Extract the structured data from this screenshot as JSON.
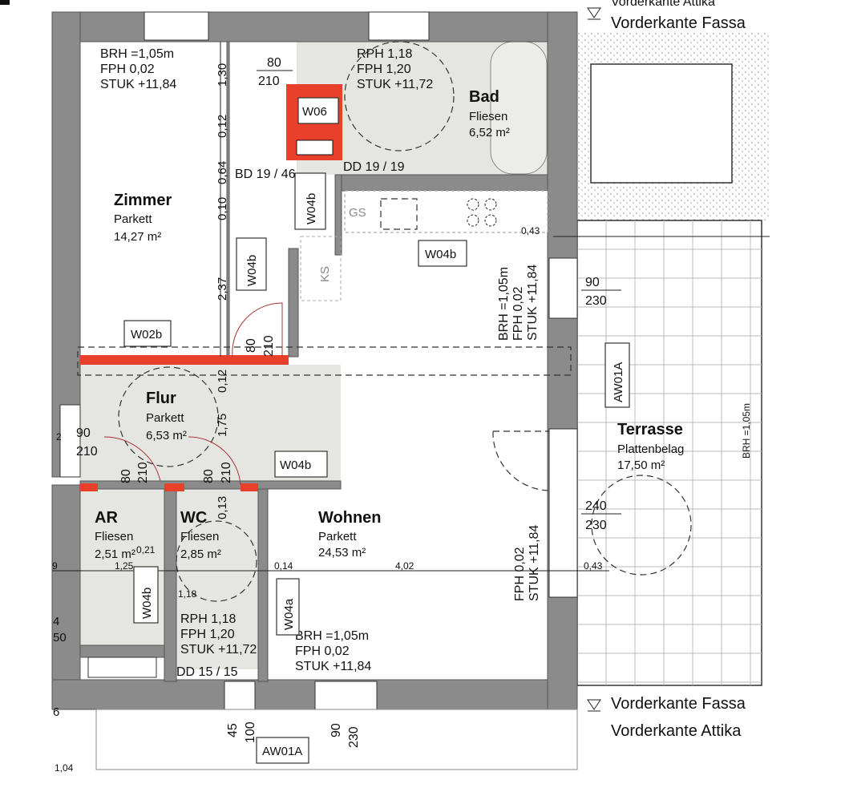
{
  "rooms": {
    "zimmer": {
      "name": "Zimmer",
      "floor": "Parkett",
      "area": "14,27 m²"
    },
    "bad": {
      "name": "Bad",
      "floor": "Fliesen",
      "area": "6,52 m²"
    },
    "flur": {
      "name": "Flur",
      "floor": "Parkett",
      "area": "6,53 m²"
    },
    "ar": {
      "name": "AR",
      "floor": "Fliesen",
      "area": "2,51 m²"
    },
    "wc": {
      "name": "WC",
      "floor": "Fliesen",
      "area": "2,85 m²"
    },
    "wohnen": {
      "name": "Wohnen",
      "floor": "Parkett",
      "area": "24,53 m²"
    },
    "terrasse": {
      "name": "Terrasse",
      "floor": "Plattenbelag",
      "area": "17,50 m²"
    }
  },
  "notes": {
    "zimmer_window": [
      "BRH =1,05m",
      "FPH 0,02",
      "STUK +11,84"
    ],
    "bad_window": [
      "RPH 1,18",
      "FPH 1,20",
      "STUK +11,72"
    ],
    "wc_window": [
      "RPH 1,18",
      "FPH 1,20",
      "STUK +11,72"
    ],
    "wohnen_window": [
      "BRH =1,05m",
      "FPH 0,02",
      "STUK +11,84"
    ],
    "wohnen_right_window": [
      "BRH =1,05m",
      "FPH 0,02",
      "STUK +11,84"
    ],
    "wohnen_door": [
      "FPH 0,02",
      "STUK +11,84"
    ],
    "terrace_brh": "BRH =1,05m"
  },
  "tags": {
    "w06": "W06",
    "w04b_bad": "W04b",
    "w04b_zimmer": "W04b",
    "w04b_kitchen": "W04b",
    "w04b_flur": "W04b",
    "w04b_ar": "W04b",
    "w02b": "W02b",
    "w04a": "W04a",
    "aw01a_right": "AW01A",
    "aw01a_bottom": "AW01A",
    "gs": "GS",
    "ks": "KS"
  },
  "openings": {
    "bad_door": [
      "80",
      "210"
    ],
    "zimmer_door": [
      "80",
      "210"
    ],
    "entry_door": [
      "90",
      "210"
    ],
    "ar_door": [
      "80",
      "210"
    ],
    "wc_door": [
      "80",
      "210"
    ],
    "right_window": [
      "90",
      "230"
    ],
    "terrace_door": [
      "240",
      "230"
    ],
    "bottom_window_small": [
      "45",
      "100"
    ],
    "bottom_window_large": [
      "90",
      "230"
    ]
  },
  "dimensions": {
    "v1": "1,30",
    "v2": "0,12",
    "v3": "0,64",
    "v4": "0,10",
    "v5": "2,37",
    "v6": "0,12",
    "v7": "1,75",
    "v8": "0,13",
    "h_ar": "1,25",
    "h_wc": "1,18",
    "h_wall": "0,14",
    "h_wohnen": "4,02",
    "h_right_top": "0,43",
    "h_right_bottom": "0,43",
    "h_small": "0,21",
    "bd": "BD 19 / 46",
    "dd_bad": "DD 19 / 19",
    "dd_wc": "DD 15 / 15",
    "edge_left_1": "9",
    "edge_left_2": "4",
    "edge_left_3": "50",
    "edge_left_4": "6",
    "edge_left_5": "1,04",
    "edge_left_6": "2"
  },
  "facade": {
    "top": "Vorderkante Fassa",
    "bottom": "Vorderkante Fassa",
    "attika": "Vorderkante Attika",
    "top_cut": "Vorderkante Attika"
  }
}
